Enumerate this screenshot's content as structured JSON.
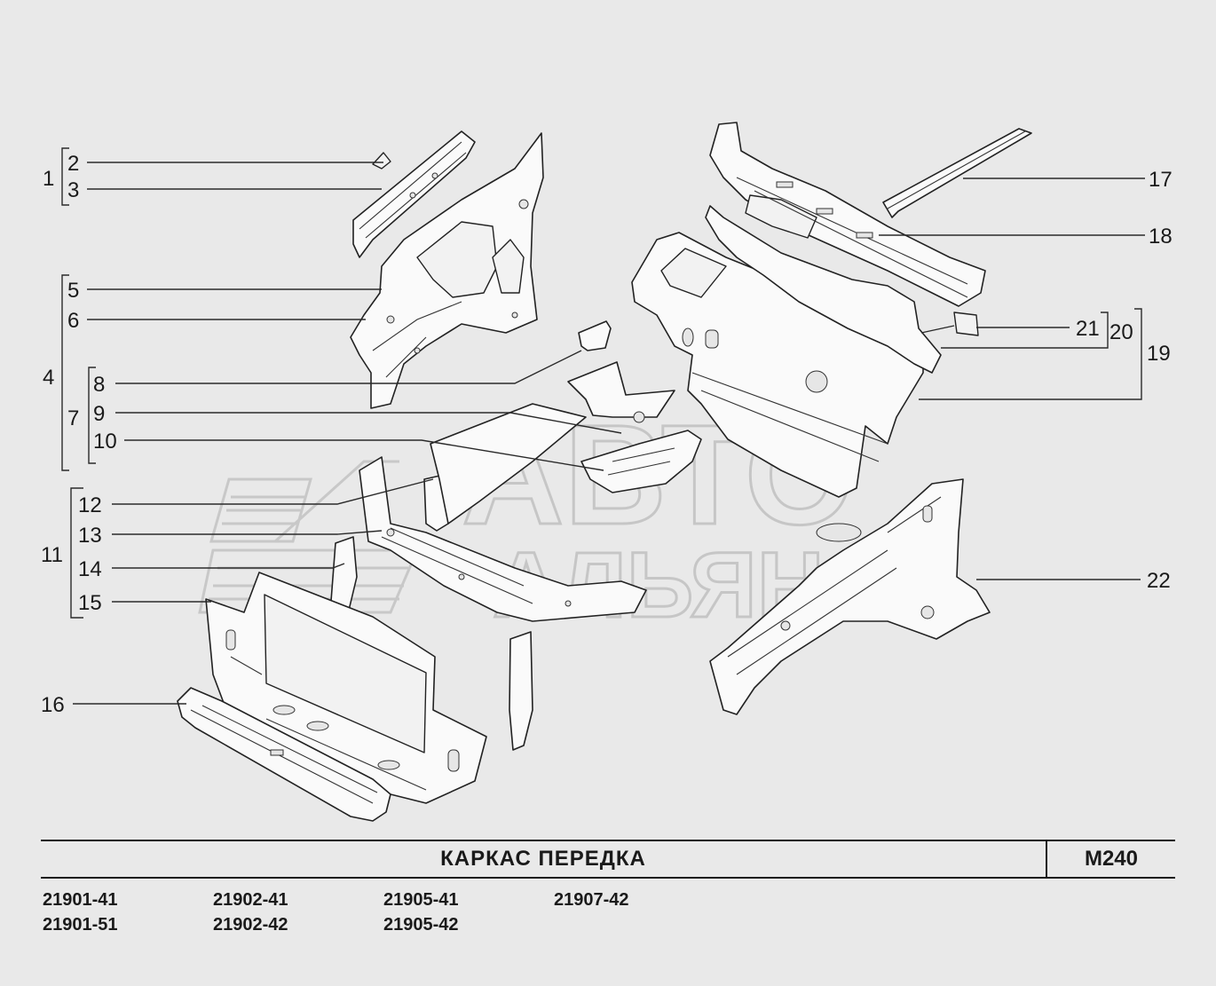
{
  "title": "КАРКАС   ПЕРЕДКА",
  "code": "M240",
  "watermark": {
    "line1": "АВТО",
    "line2": "АЛЬЯНС"
  },
  "models": [
    [
      "21901-41",
      "21901-51"
    ],
    [
      "21902-41",
      "21902-42"
    ],
    [
      "21905-41",
      "21905-42"
    ],
    [
      "21907-42"
    ]
  ],
  "labels": {
    "l1": "1",
    "l2": "2",
    "l3": "3",
    "l4": "4",
    "l5": "5",
    "l6": "6",
    "l7": "7",
    "l8": "8",
    "l9": "9",
    "l10": "10",
    "l11": "11",
    "l12": "12",
    "l13": "13",
    "l14": "14",
    "l15": "15",
    "l16": "16",
    "l17": "17",
    "l18": "18",
    "l19": "19",
    "l20": "20",
    "l21": "21",
    "l22": "22"
  },
  "colors": {
    "background": "#e9e9e9",
    "line": "#1a1a1a",
    "watermark": "#c6c6c6"
  }
}
